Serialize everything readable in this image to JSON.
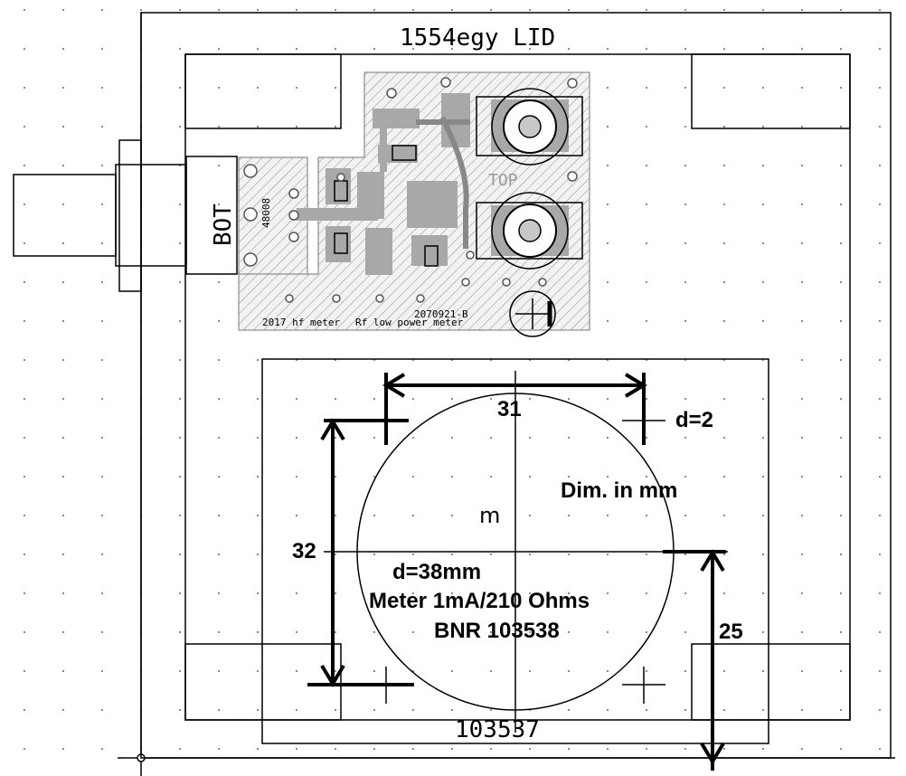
{
  "drawing": {
    "lid_label": "1554egy LID",
    "bottom_label": "103537",
    "connector_label": "BOT",
    "pcb": {
      "top_label": "TOP",
      "id_text": "2070921-B",
      "credit_text": "2017 hf meter",
      "title_text": "Rf low power meter",
      "side_text": "48008"
    },
    "meter": {
      "center_label": "m",
      "diameter": "d=38mm",
      "spec": "Meter 1mA/210 Ohms",
      "part": "BNR 103538"
    },
    "dimensions": {
      "horizontal": "31",
      "vertical_left": "32",
      "vertical_right": "25",
      "hole": "d=2",
      "units_note": "Dim. in mm"
    }
  }
}
